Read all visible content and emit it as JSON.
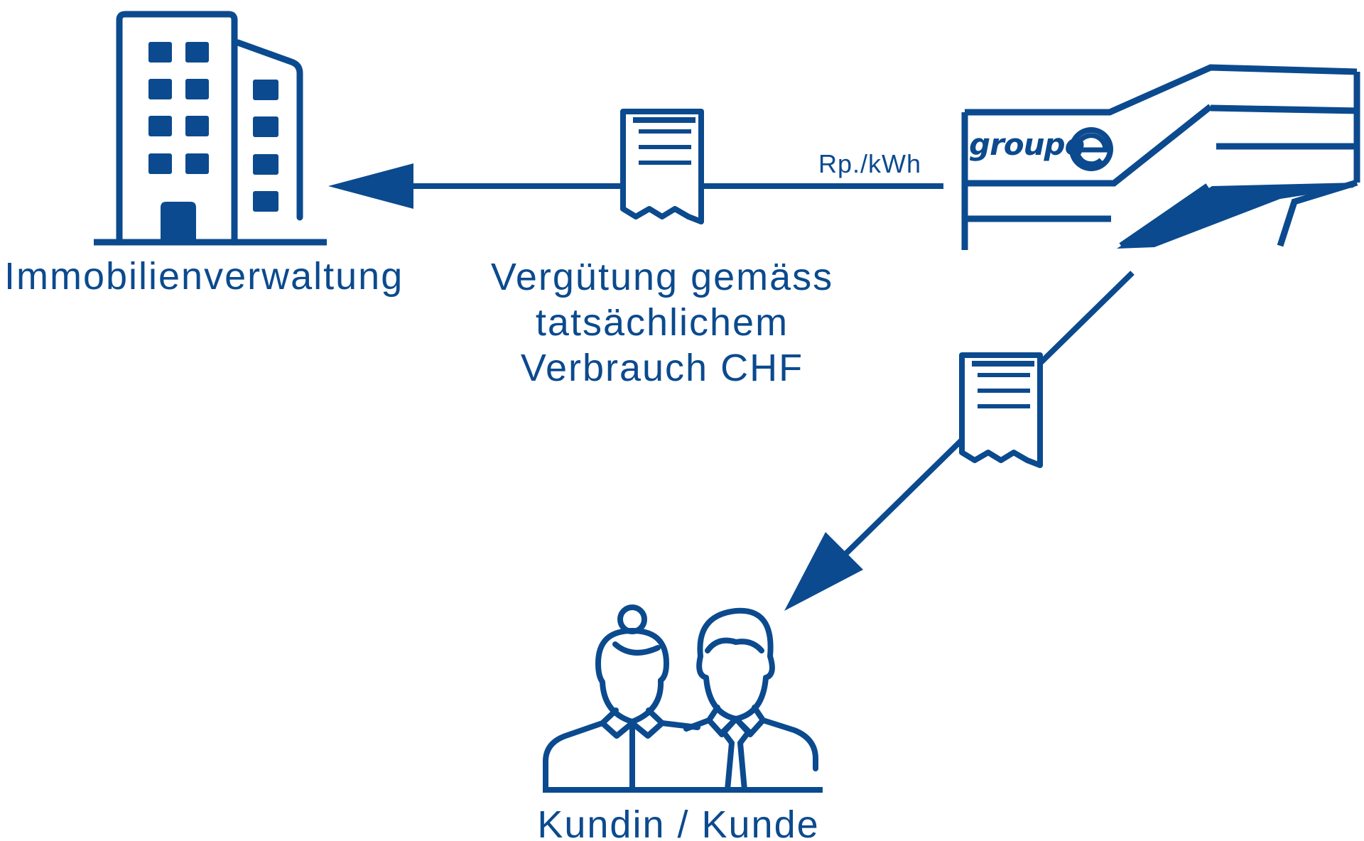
{
  "colors": {
    "primary": "#0b4a8e",
    "background": "#ffffff"
  },
  "nodes": {
    "property_management": {
      "label": "Immobilienverwaltung",
      "icon": "office-building-icon"
    },
    "utility": {
      "logo_text": "groupe",
      "logo_letter": "e",
      "icon": "utility-headquarters-icon"
    },
    "customers": {
      "label": "Kundin / Kunde",
      "icon": "customers-icon"
    }
  },
  "edges": {
    "utility_to_property": {
      "label": "Rp./kWh",
      "icon": "invoice-receipt-icon",
      "caption_lines": [
        "Vergütung gemäss",
        "tatsächlichem",
        "Verbrauch CHF"
      ]
    },
    "utility_to_customers": {
      "icon": "invoice-receipt-icon"
    }
  }
}
